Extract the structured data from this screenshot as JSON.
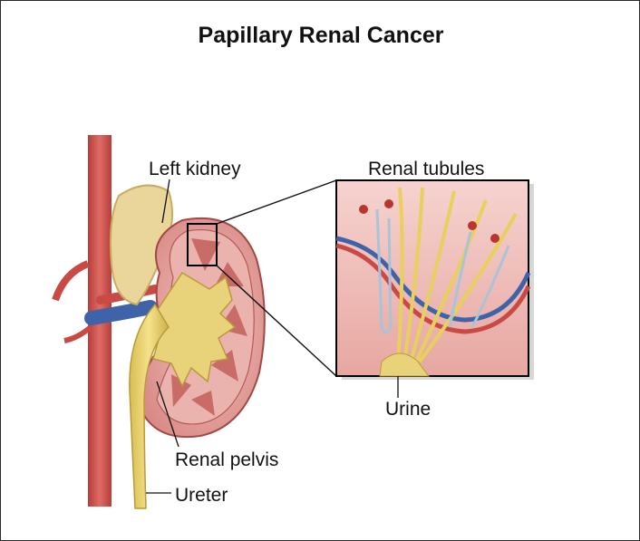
{
  "title": "Papillary Renal Cancer",
  "labels": {
    "left_kidney": "Left kidney",
    "renal_tubules": "Renal tubules",
    "urine": "Urine",
    "renal_pelvis": "Renal pelvis",
    "ureter": "Ureter"
  },
  "colors": {
    "artery": "#c94a45",
    "vein": "#3f63a8",
    "kidney_cortex": "#e7a7a3",
    "medulla": "#c96b67",
    "pelvis_urine": "#e9d37a",
    "adrenal": "#ead59a",
    "inset_background": "#f2c3bd"
  }
}
